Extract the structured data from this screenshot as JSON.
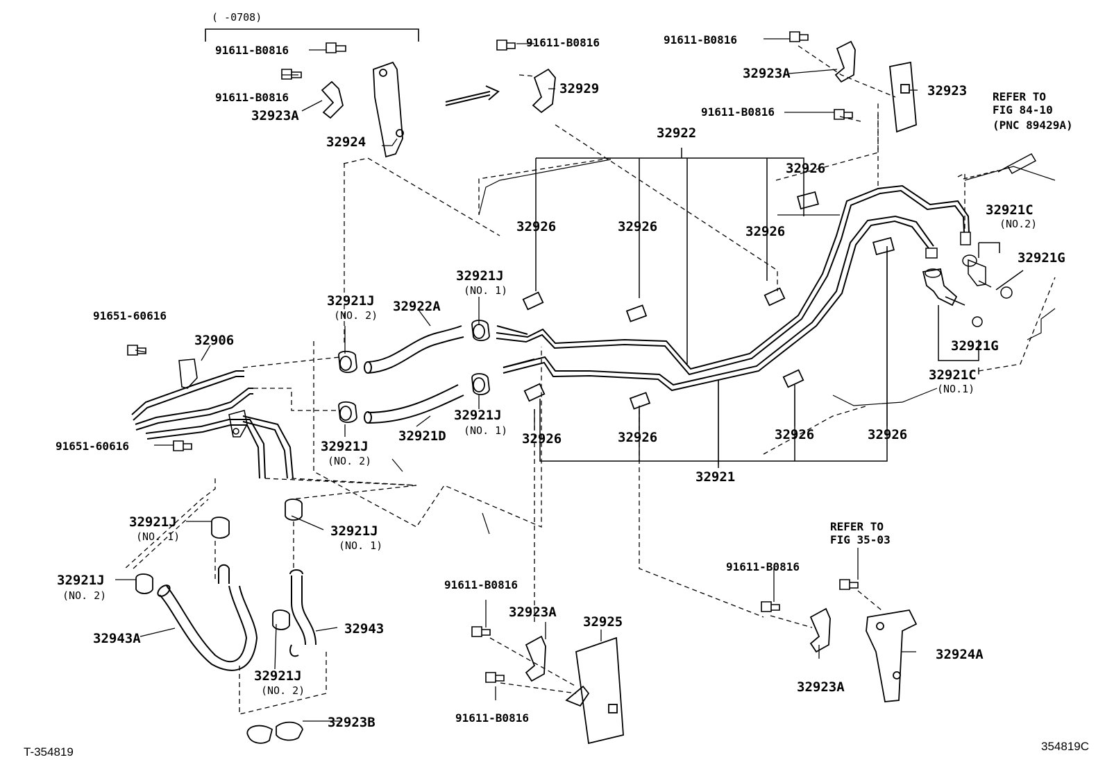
{
  "diagram": {
    "range_note": "(     -0708)",
    "doc_id": "T-354819",
    "fig_code": "354819C",
    "refer_1": [
      "REFER TO",
      "FIG 84-10",
      "(PNC 89429A)"
    ],
    "refer_2": [
      "REFER TO",
      "FIG 35-03"
    ],
    "parts": {
      "bolt": "91611-B0816",
      "bolt_b": "91651-60616",
      "p32929": "32929",
      "p32923A": "32923A",
      "p32923": "32923",
      "p32923B": "32923B",
      "p32924": "32924",
      "p32924A": "32924A",
      "p32925": "32925",
      "p32922": "32922",
      "p32922A": "32922A",
      "p32926": "32926",
      "p32921": "32921",
      "p32921C": "32921C",
      "p32921G": "32921G",
      "p32921J": "32921J",
      "p32921D": "32921D",
      "p32906": "32906",
      "p32943": "32943",
      "p32943A": "32943A"
    },
    "notes": {
      "no1": "(NO.1)",
      "no2": "(NO.2)",
      "no1s": "(NO. 1)",
      "no2s": "(NO. 2)"
    }
  }
}
